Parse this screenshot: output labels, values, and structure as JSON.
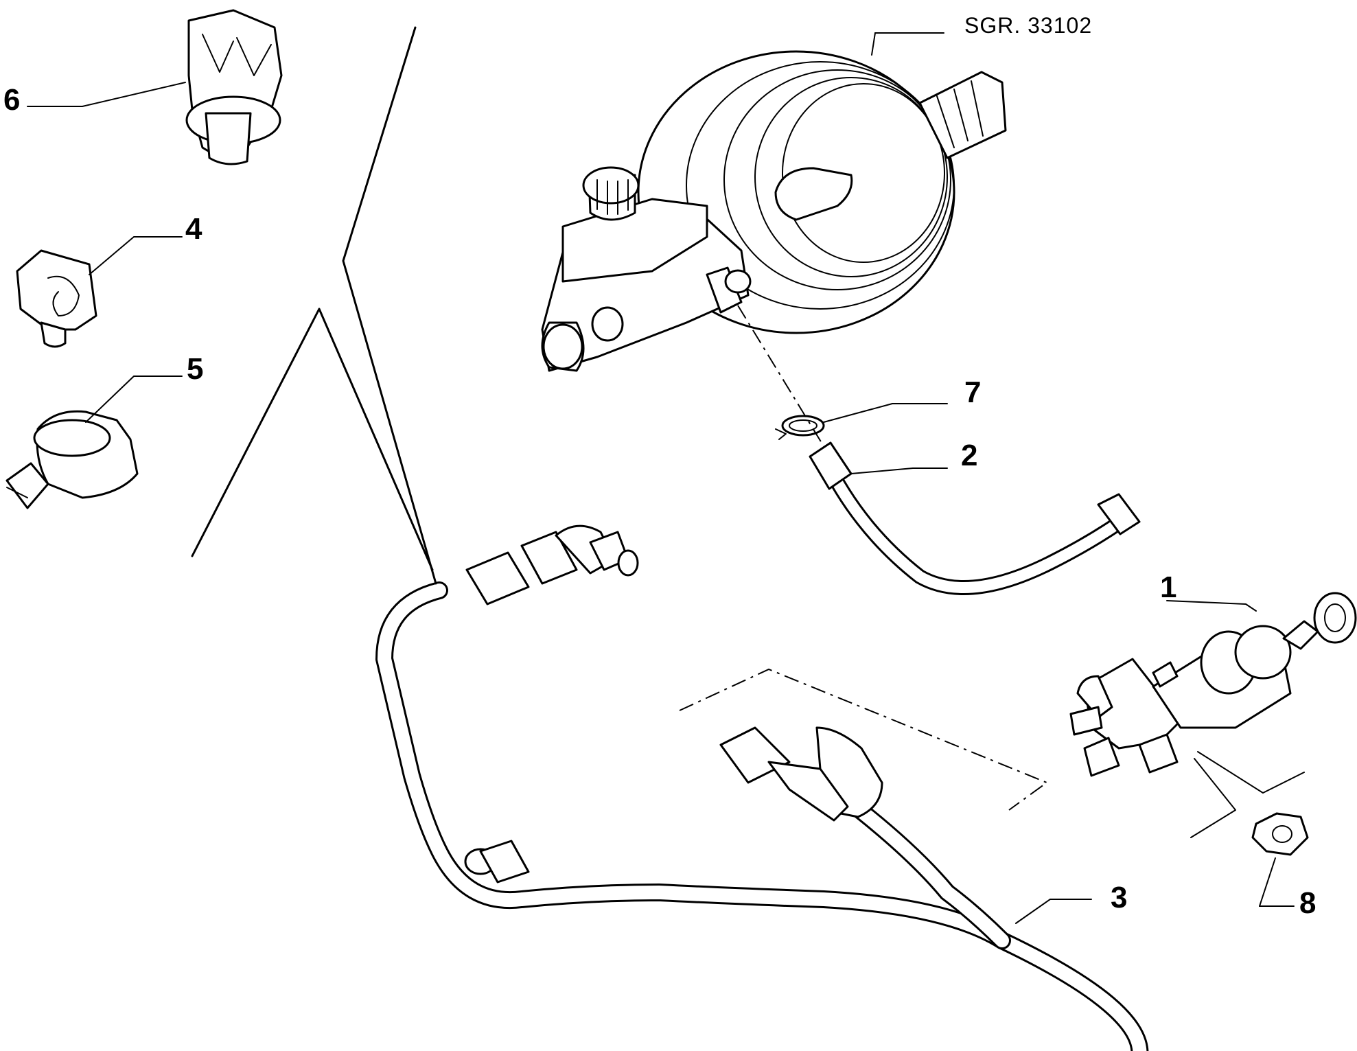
{
  "reference_code": "SGR. 33102",
  "callouts": [
    {
      "id": "1",
      "label": "1"
    },
    {
      "id": "2",
      "label": "2"
    },
    {
      "id": "3",
      "label": "3"
    },
    {
      "id": "4",
      "label": "4"
    },
    {
      "id": "5",
      "label": "5"
    },
    {
      "id": "6",
      "label": "6"
    },
    {
      "id": "7",
      "label": "7"
    },
    {
      "id": "8",
      "label": "8"
    }
  ]
}
